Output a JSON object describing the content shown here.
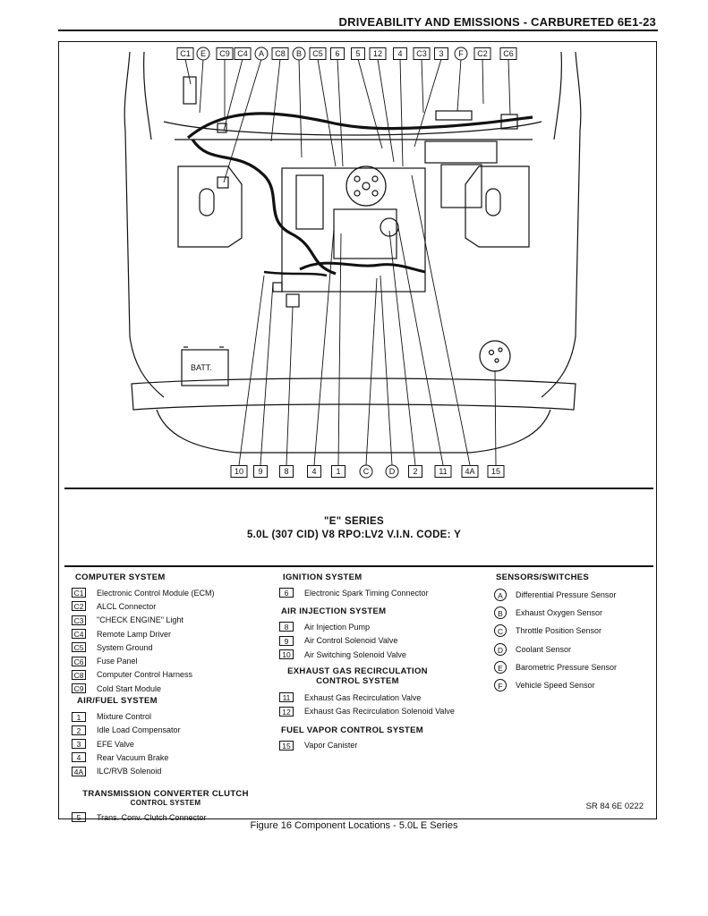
{
  "header": {
    "title": "DRIVEABILITY AND EMISSIONS - CARBURETED  6E1-23"
  },
  "diagram": {
    "top_callouts": [
      {
        "label": "C1",
        "shape": "box"
      },
      {
        "label": "E",
        "shape": "circle"
      },
      {
        "label": "C9",
        "shape": "box"
      },
      {
        "label": "C4",
        "shape": "box"
      },
      {
        "label": "A",
        "shape": "circle"
      },
      {
        "label": "C8",
        "shape": "box"
      },
      {
        "label": "B",
        "shape": "circle"
      },
      {
        "label": "C5",
        "shape": "box"
      },
      {
        "label": "6",
        "shape": "box"
      },
      {
        "label": "5",
        "shape": "box"
      },
      {
        "label": "12",
        "shape": "box"
      },
      {
        "label": "4",
        "shape": "box"
      },
      {
        "label": "C3",
        "shape": "box"
      },
      {
        "label": "3",
        "shape": "box"
      },
      {
        "label": "F",
        "shape": "circle"
      },
      {
        "label": "C2",
        "shape": "box"
      },
      {
        "label": "C6",
        "shape": "box"
      }
    ],
    "bottom_callouts": [
      {
        "label": "10",
        "shape": "box"
      },
      {
        "label": "9",
        "shape": "box"
      },
      {
        "label": "8",
        "shape": "box"
      },
      {
        "label": "4",
        "shape": "box"
      },
      {
        "label": "1",
        "shape": "box"
      },
      {
        "label": "C",
        "shape": "circle"
      },
      {
        "label": "D",
        "shape": "circle"
      },
      {
        "label": "2",
        "shape": "box"
      },
      {
        "label": "11",
        "shape": "box"
      },
      {
        "label": "4A",
        "shape": "box"
      },
      {
        "label": "15",
        "shape": "box"
      }
    ],
    "battery_label": "BATT."
  },
  "series": {
    "line1": "\"E\" SERIES",
    "line2": "5.0L (307 CID) V8   RPO:LV2   V.I.N. CODE: Y"
  },
  "legend": {
    "computer": {
      "title": "COMPUTER SYSTEM",
      "items": [
        {
          "code": "C1",
          "text": "Electronic Control Module (ECM)"
        },
        {
          "code": "C2",
          "text": "ALCL Connector"
        },
        {
          "code": "C3",
          "text": "\"CHECK ENGINE\" Light"
        },
        {
          "code": "C4",
          "text": "Remote Lamp Driver"
        },
        {
          "code": "C5",
          "text": "System Ground"
        },
        {
          "code": "C6",
          "text": "Fuse Panel"
        },
        {
          "code": "C8",
          "text": "Computer Control Harness"
        },
        {
          "code": "C9",
          "text": "Cold Start Module"
        }
      ]
    },
    "airfuel": {
      "title": "AIR/FUEL SYSTEM",
      "items": [
        {
          "code": "1",
          "text": "Mixture Control"
        },
        {
          "code": "2",
          "text": "Idle Load Compensator"
        },
        {
          "code": "3",
          "text": "EFE Valve"
        },
        {
          "code": "4",
          "text": "Rear Vacuum Brake"
        },
        {
          "code": "4A",
          "text": "ILC/RVB Solenoid"
        }
      ]
    },
    "tcc": {
      "title_line1": "TRANSMISSION CONVERTER CLUTCH",
      "title_line2": "CONTROL SYSTEM",
      "items": [
        {
          "code": "5",
          "text": "Trans. Conv. Clutch Connector"
        }
      ]
    },
    "ignition": {
      "title": "IGNITION SYSTEM",
      "items": [
        {
          "code": "6",
          "text": "Electronic Spark Timing Connector"
        }
      ]
    },
    "airinj": {
      "title": "AIR INJECTION SYSTEM",
      "items": [
        {
          "code": "8",
          "text": "Air Injection Pump"
        },
        {
          "code": "9",
          "text": "Air Control Solenoid Valve"
        },
        {
          "code": "10",
          "text": "Air Switching Solenoid Valve"
        }
      ]
    },
    "egr": {
      "title_line1": "EXHAUST GAS RECIRCULATION",
      "title_line2": "CONTROL SYSTEM",
      "items": [
        {
          "code": "11",
          "text": "Exhaust Gas Recirculation Valve"
        },
        {
          "code": "12",
          "text": "Exhaust Gas Recirculation Solenoid Valve"
        }
      ]
    },
    "fuelvapor": {
      "title": "FUEL VAPOR CONTROL SYSTEM",
      "items": [
        {
          "code": "15",
          "text": "Vapor Canister"
        }
      ]
    },
    "sensors": {
      "title": "SENSORS/SWITCHES",
      "items": [
        {
          "code": "A",
          "text": "Differential Pressure Sensor"
        },
        {
          "code": "B",
          "text": "Exhaust Oxygen Sensor"
        },
        {
          "code": "C",
          "text": "Throttle Position Sensor"
        },
        {
          "code": "D",
          "text": "Coolant Sensor"
        },
        {
          "code": "E",
          "text": "Barometric Pressure Sensor"
        },
        {
          "code": "F",
          "text": "Vehicle Speed Sensor"
        }
      ]
    }
  },
  "ref_code": "SR 84 6E 0222",
  "caption": "Figure 16 Component Locations - 5.0L E Series"
}
